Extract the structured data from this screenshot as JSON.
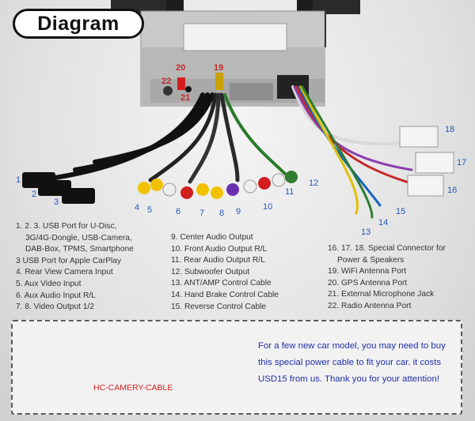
{
  "title": "Diagram",
  "callouts": [
    "1",
    "2",
    "3",
    "4",
    "5",
    "6",
    "7",
    "8",
    "9",
    "10",
    "11",
    "12",
    "13",
    "14",
    "15",
    "16",
    "17",
    "18",
    "19",
    "20",
    "21",
    "22"
  ],
  "legend": {
    "col1": [
      {
        "text": "1. 2. 3. USB Port for U-Disc,",
        "indent": false
      },
      {
        "text": "3G/4G-Dongle, USB-Camera,",
        "indent": true
      },
      {
        "text": "DAB-Box, TPMS, Smartphone",
        "indent": true
      },
      {
        "text": "3 USB Port  for Apple CarPlay",
        "indent": false
      },
      {
        "text": "4. Rear View Camera Input",
        "indent": false
      },
      {
        "text": "5. Aux Video Input",
        "indent": false
      },
      {
        "text": "6. Aux Audio Input R/L",
        "indent": false
      },
      {
        "text": "7. 8. Video Output 1/2",
        "indent": false
      }
    ],
    "col2": [
      {
        "text": "9. Center Audio Output"
      },
      {
        "text": "10. Front Audio Output R/L"
      },
      {
        "text": "11. Rear Audio Output R/L"
      },
      {
        "text": "12. Subwoofer Output"
      },
      {
        "text": "13. ANT/AMP Control Cable"
      },
      {
        "text": "14. Hand Brake Control Cable"
      },
      {
        "text": "15. Reverse Control Cable"
      }
    ],
    "col3": [
      {
        "text": "16. 17. 18. Special Connector for",
        "indent": false
      },
      {
        "text": "Power & Speakers",
        "indent": true
      },
      {
        "text": "19. WiFi Antenna Port",
        "indent": false
      },
      {
        "text": "20. GPS Antenna Port",
        "indent": false
      },
      {
        "text": "21. External Microphone Jack",
        "indent": false
      },
      {
        "text": "22. Radio Antenna Port",
        "indent": false
      }
    ]
  },
  "bottom": {
    "cable_label": "HC-CAMERY-CABLE",
    "notice": "For a few new car model, you may need to buy this special power cable to fit your car. it costs USD15 from us. Thank you for your attention!"
  },
  "colors": {
    "callout_blue": "#2458b8",
    "callout_red": "#c62828",
    "notice_blue": "#1f2fa8",
    "cable_label_red": "#d32020"
  }
}
